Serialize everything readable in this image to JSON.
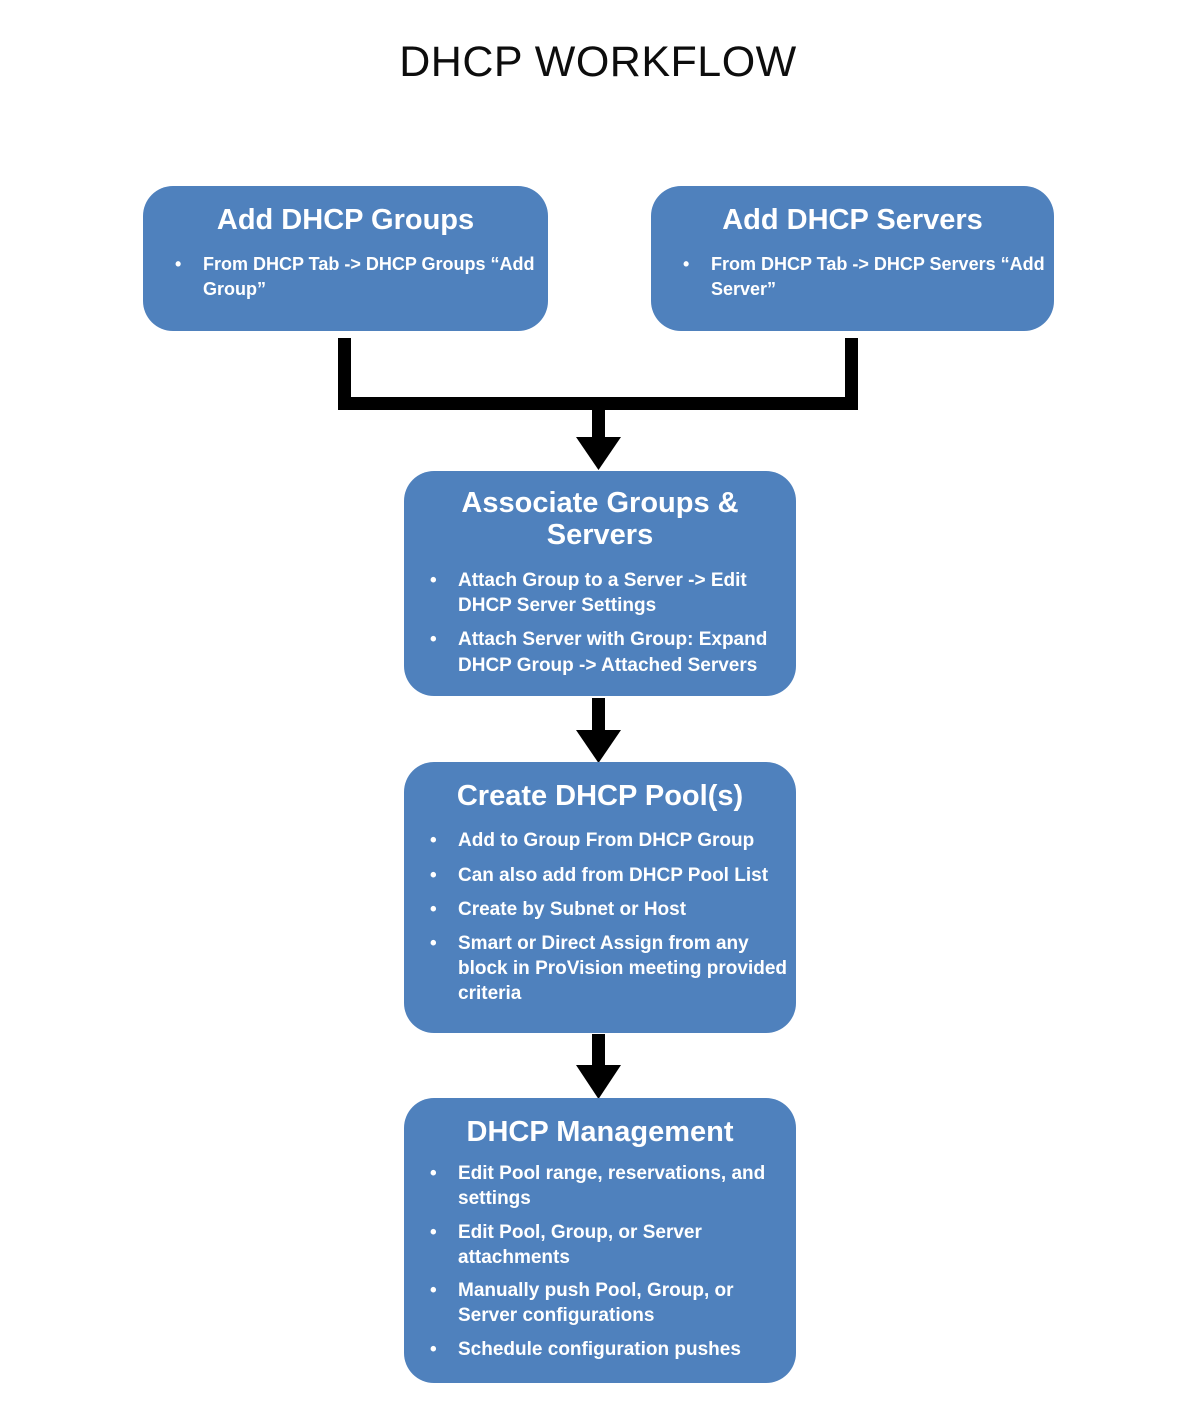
{
  "title": "DHCP WORKFLOW",
  "colors": {
    "box_fill": "#4F81BD",
    "box_text": "#FFFFFF",
    "title_text": "#0D0D0D",
    "connector": "#000000",
    "background": "#FFFFFF"
  },
  "nodes": [
    {
      "id": "add-dhcp-groups",
      "title": "Add DHCP Groups",
      "bullets": [
        "From  DHCP Tab -> DHCP Groups “Add Group”"
      ]
    },
    {
      "id": "add-dhcp-servers",
      "title": "Add DHCP Servers",
      "bullets": [
        "From  DHCP Tab -> DHCP Servers “Add Server”"
      ]
    },
    {
      "id": "associate-groups-servers",
      "title": "Associate Groups & Servers",
      "bullets": [
        "Attach Group to a Server -> Edit DHCP Server Settings",
        "Attach Server with Group: Expand DHCP Group -> Attached Servers"
      ]
    },
    {
      "id": "create-dhcp-pools",
      "title": "Create DHCP Pool(s)",
      "bullets": [
        "Add to Group From DHCP Group",
        "Can also add from DHCP Pool List",
        "Create by Subnet or Host",
        "Smart or Direct Assign from any block in ProVision meeting provided criteria"
      ]
    },
    {
      "id": "dhcp-management",
      "title": "DHCP Management",
      "bullets": [
        "Edit Pool range, reservations, and settings",
        "Edit Pool, Group, or Server attachments",
        "Manually push Pool, Group, or Server configurations",
        "Schedule configuration pushes"
      ]
    }
  ],
  "bullet_glyph": "•",
  "connectors": [
    {
      "id": "merge-groups-servers-to-associate",
      "from": [
        "add-dhcp-groups",
        "add-dhcp-servers"
      ],
      "to": "associate-groups-servers",
      "style": "merge-elbow-arrow"
    },
    {
      "id": "associate-to-pools",
      "from": [
        "associate-groups-servers"
      ],
      "to": "create-dhcp-pools",
      "style": "straight-arrow"
    },
    {
      "id": "pools-to-management",
      "from": [
        "create-dhcp-pools"
      ],
      "to": "dhcp-management",
      "style": "straight-arrow"
    }
  ]
}
